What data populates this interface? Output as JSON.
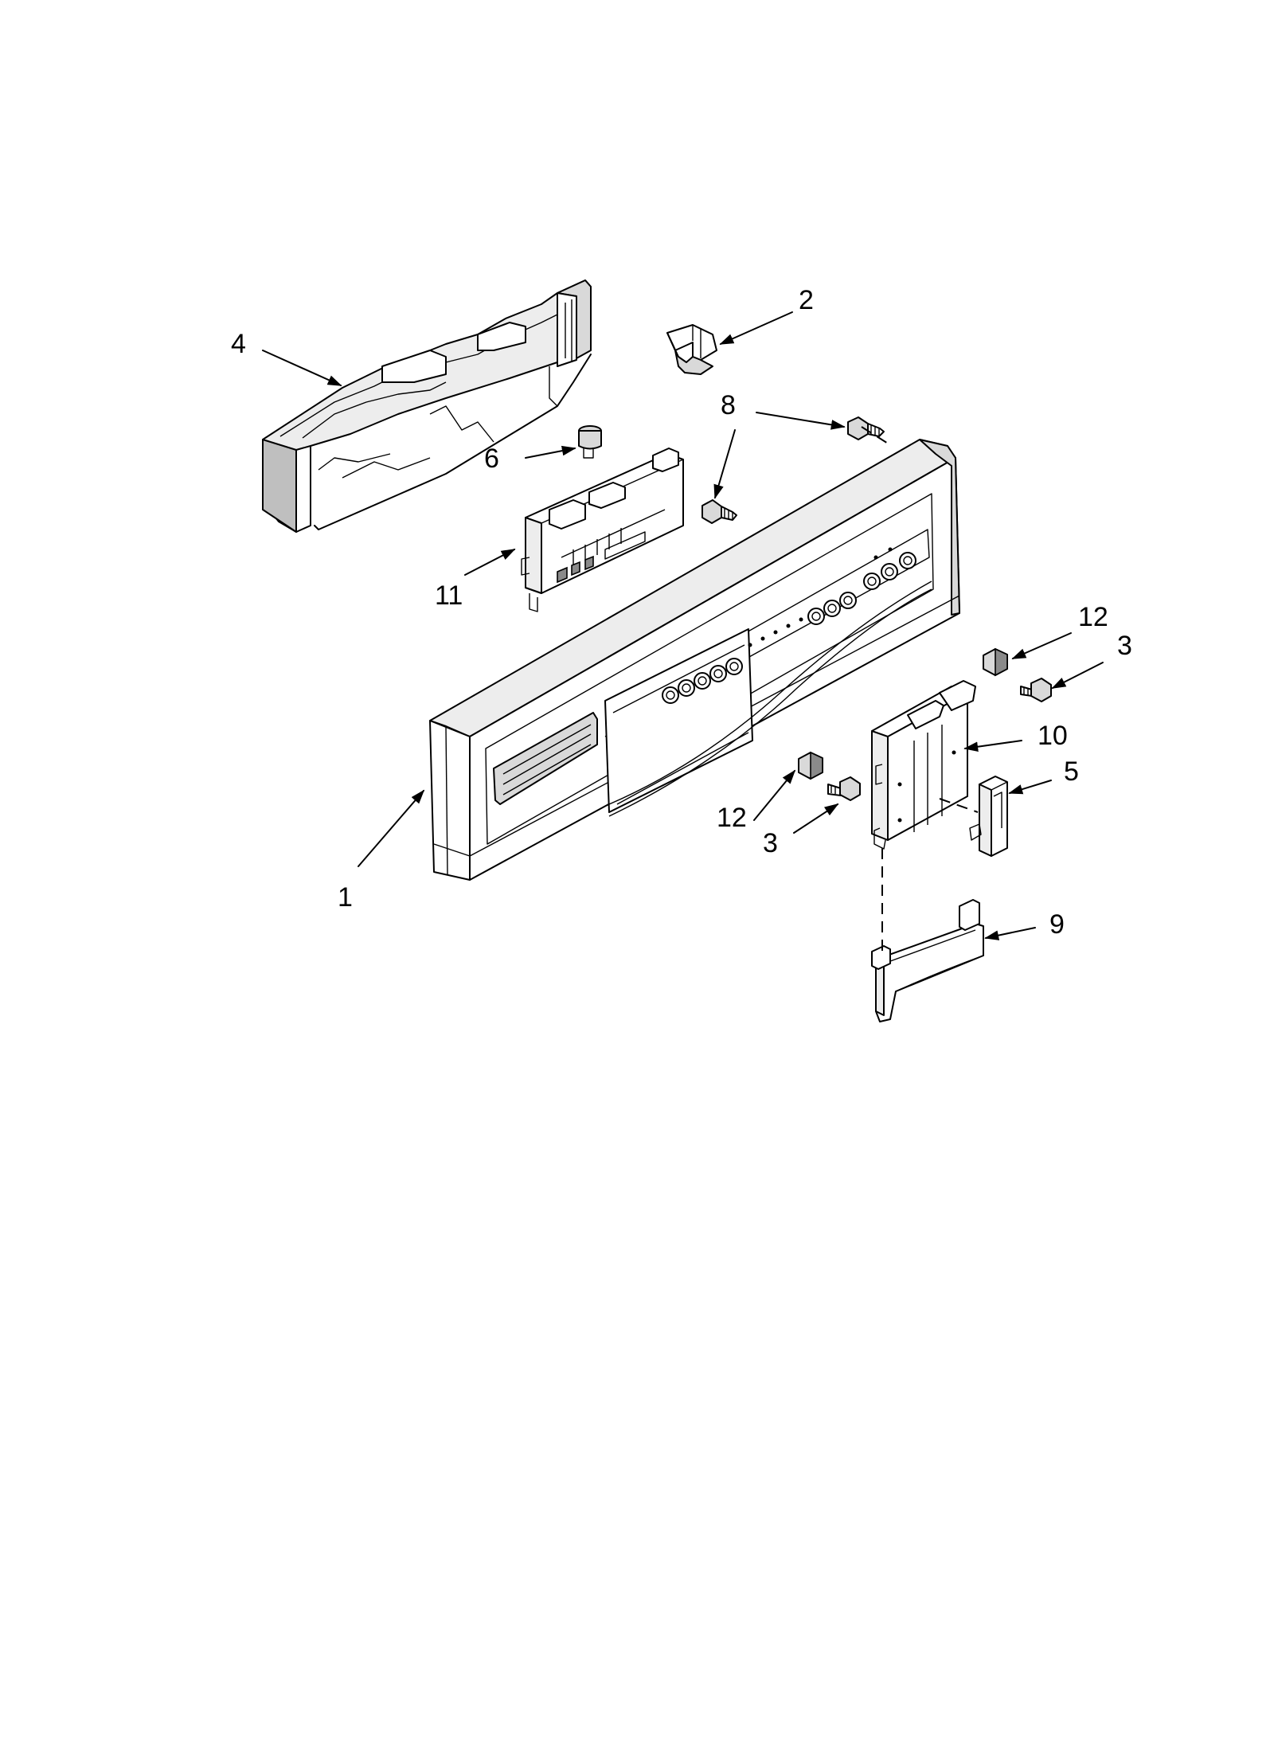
{
  "callouts": {
    "c1": "1",
    "c2": "2",
    "c3a": "3",
    "c3b": "3",
    "c4": "4",
    "c5": "5",
    "c6": "6",
    "c8": "8",
    "c9": "9",
    "c10": "10",
    "c11": "11",
    "c12a": "12",
    "c12b": "12"
  }
}
